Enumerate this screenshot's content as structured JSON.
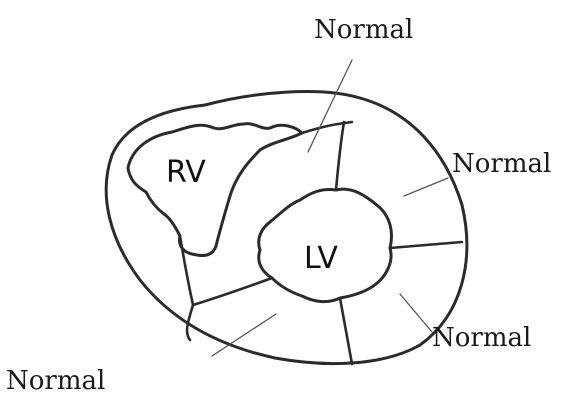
{
  "chambers": {
    "right_ventricle": "RV",
    "left_ventricle": "LV"
  },
  "segment_labels": [
    "Normal",
    "Normal",
    "Normal",
    "Normal"
  ]
}
